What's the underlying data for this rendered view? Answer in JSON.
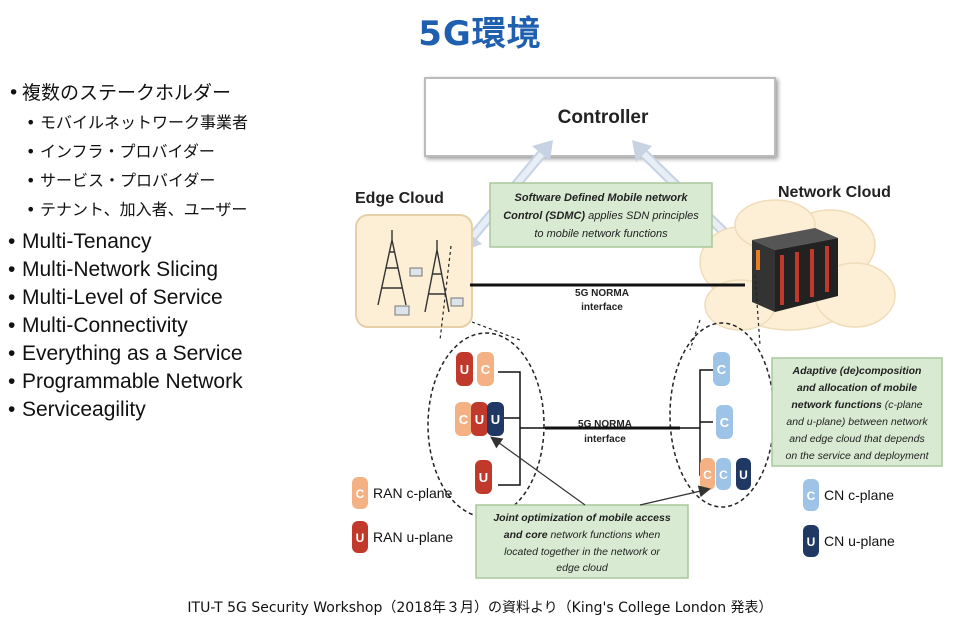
{
  "title": "5G環境",
  "bullets": {
    "stakeholders": "複数のステークホルダー",
    "stakeholder_items": [
      "モバイルネットワーク事業者",
      "インフラ・プロバイダー",
      "サービス・プロバイダー",
      "テナント、加入者、ユーザー"
    ],
    "features": [
      "Multi-Tenancy",
      "Multi-Network Slicing",
      "Multi-Level of Service",
      "Multi-Connectivity",
      "Everything as a Service",
      "Programmable Network",
      "Serviceagility"
    ]
  },
  "diagram": {
    "controller": "Controller",
    "edge_cloud": "Edge Cloud",
    "network_cloud": "Network Cloud",
    "sdmc_box": {
      "line1_bold": "Software Defined Mobile network",
      "line2_bold": "Control (SDMC)",
      "line2_rest": " applies SDN principles",
      "line3": "to mobile network functions"
    },
    "norma_top": [
      "5G NORMA",
      "interface"
    ],
    "norma_mid": [
      "5G NORMA",
      "interface"
    ],
    "adaptive_box": {
      "line1": "Adaptive (de)composition",
      "line2": "and allocation of mobile",
      "line3_bold": "network functions",
      "line3_rest": " (c-plane",
      "line4": "and u-plane)  between network",
      "line5": "and edge cloud that depends",
      "line6": "on the service and deployment"
    },
    "joint_box": {
      "line1": "Joint optimization of mobile access",
      "line2_bold": "and core",
      "line2_rest": " network functions when",
      "line3": "located together in the network or",
      "line4": "edge cloud"
    },
    "legend": {
      "ran_c": "RAN c-plane",
      "ran_u": "RAN u-plane",
      "cn_c": "CN c-plane",
      "cn_u": "CN u-plane"
    },
    "letters": {
      "c": "C",
      "u": "U"
    },
    "colors": {
      "ran_c": "#f4b183",
      "ran_u": "#c0392b",
      "cn_c": "#9dc3e6",
      "cn_u": "#1f3864",
      "green_box": "#d9ead3",
      "cloud": "#fcefd6"
    }
  },
  "footer": "ITU-T 5G Security Workshop（2018年３月）の資料より（King's College London 発表）"
}
